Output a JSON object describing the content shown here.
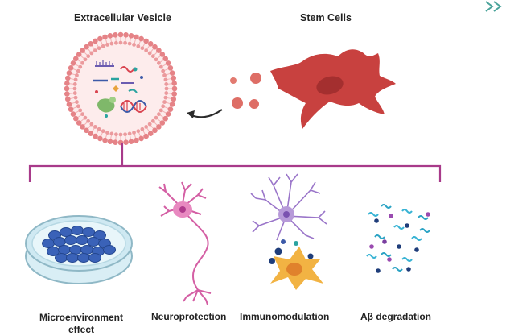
{
  "labels": {
    "extracellular_vesicle": "Extracellular Vesicle",
    "stem_cells": "Stem Cells",
    "microenvironment": "Microenvironment effect",
    "neuroprotection": "Neuroprotection",
    "immunomodulation": "Immunomodulation",
    "abeta": "Aβ degradation"
  },
  "colors": {
    "membrane": "#e58387",
    "vesicle_fill": "#fdecec",
    "stem_cell": "#c8413f",
    "stem_nucleus": "#a42f2f",
    "bracket": "#a83a8a",
    "neuron": "#d45fa4",
    "neuron_nucleus": "#b03a8c",
    "microglia": "#9a75c9",
    "astrocyte": "#f2b343",
    "dish_cells": "#3a62b8",
    "dish": "#cfe9f2",
    "arrow": "#2b2b2b",
    "dna_red": "#d9434f",
    "dna_blue": "#3d5aa8",
    "protein": "#7fb86a"
  },
  "icons": [
    "vesicle-icon",
    "stem-cell-icon",
    "petri-dish-icon",
    "neuron-icon",
    "glia-icon",
    "abeta-particles-icon"
  ]
}
